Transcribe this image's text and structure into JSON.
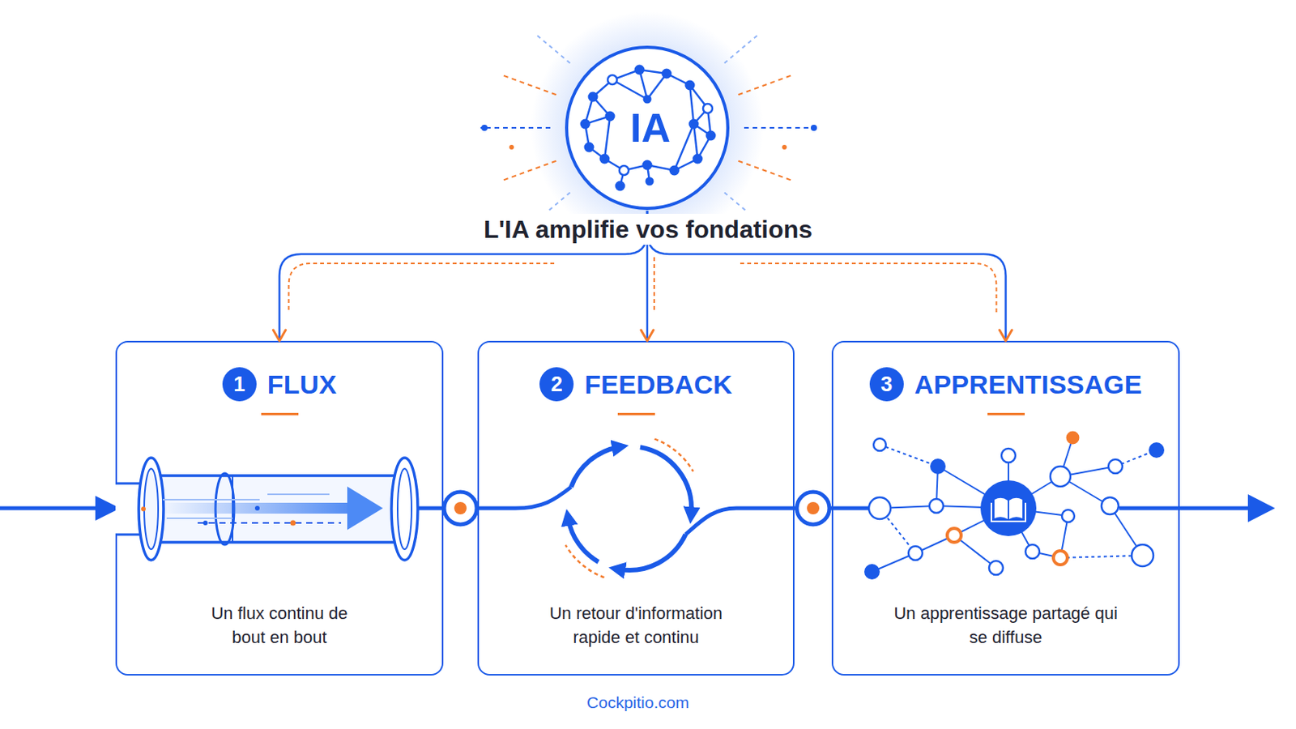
{
  "diagram": {
    "title": "L'IA amplifie vos fondations",
    "nodes": [
      {
        "text": [
          "IA"
        ]
      },
      {
        "text": [
          "1",
          "FLUX",
          "Un flux continu de bout en bout"
        ]
      },
      {
        "text": [
          "2",
          "FEEDBACK",
          "Un retour d'information rapide et continu"
        ]
      },
      {
        "text": [
          "3",
          "APPRENTISSAGE",
          "Un apprentissage partagé qui se diffuse"
        ]
      }
    ],
    "edges": [
      {
        "from": 0,
        "to": 1,
        "arrow": "to"
      },
      {
        "from": 0,
        "to": 2,
        "arrow": "to"
      },
      {
        "from": 0,
        "to": 3,
        "arrow": "to"
      },
      {
        "from": 1,
        "to": 2,
        "arrow": "none"
      },
      {
        "from": 2,
        "to": 3,
        "arrow": "none"
      }
    ],
    "labels": [
      "Cockpitio.com"
    ]
  }
}
